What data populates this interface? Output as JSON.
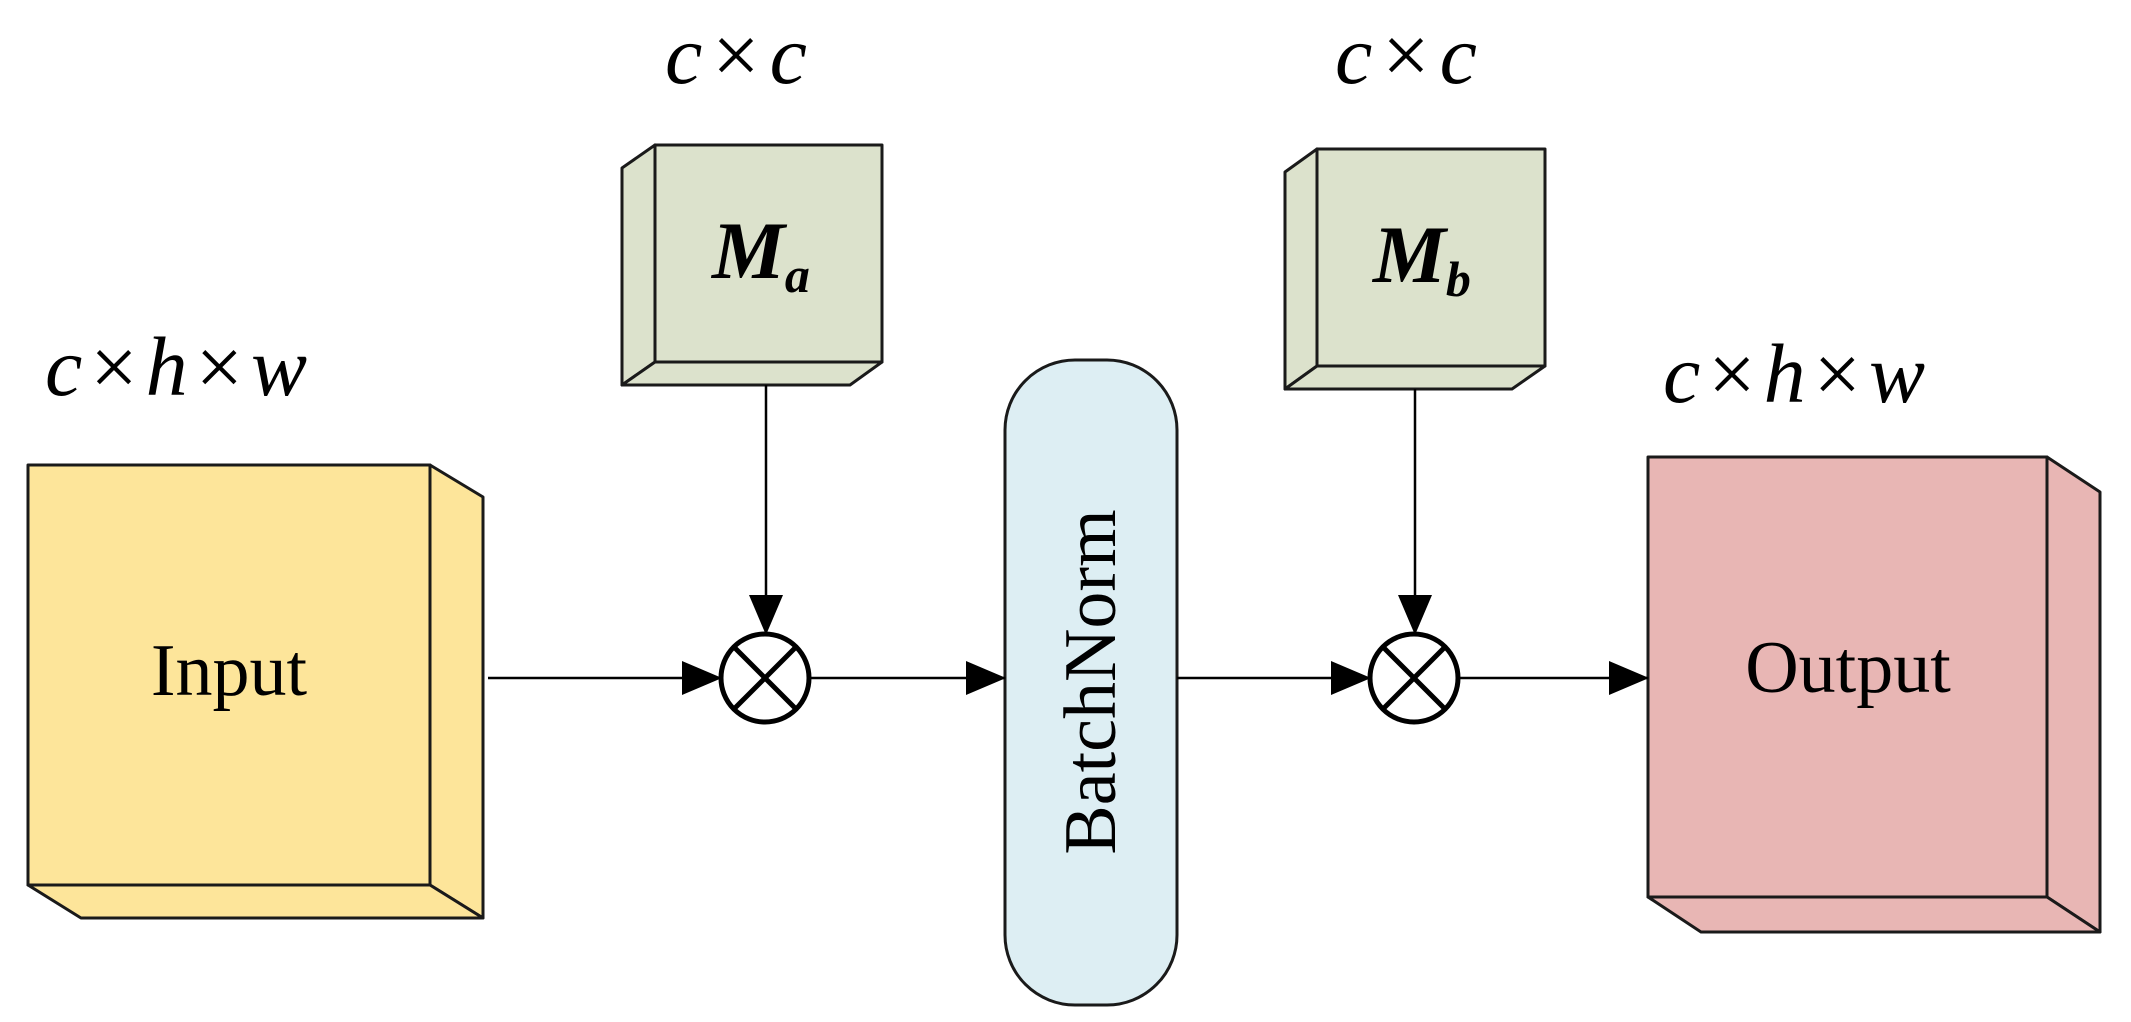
{
  "colors": {
    "input_fill": "#FDE59A",
    "output_fill": "#E8B6B4",
    "matrix_fill": "#DCE2CC",
    "batchnorm_fill": "#DDEEF3",
    "stroke": "#1A1A1A"
  },
  "input": {
    "label": "Input",
    "dims": {
      "c": "c",
      "times1": "×",
      "h": "h",
      "times2": "×",
      "w": "w"
    }
  },
  "output": {
    "label": "Output",
    "dims": {
      "c": "c",
      "times1": "×",
      "h": "h",
      "times2": "×",
      "w": "w"
    }
  },
  "matrix_a": {
    "symbol": "M",
    "subscript": "a",
    "dims": {
      "c1": "c",
      "times": "×",
      "c2": "c"
    }
  },
  "matrix_b": {
    "symbol": "M",
    "subscript": "b",
    "dims": {
      "c1": "c",
      "times": "×",
      "c2": "c"
    }
  },
  "batchnorm": {
    "label": "BatchNorm"
  },
  "operators": {
    "multiply_1": "matrix-multiply",
    "multiply_2": "matrix-multiply"
  }
}
